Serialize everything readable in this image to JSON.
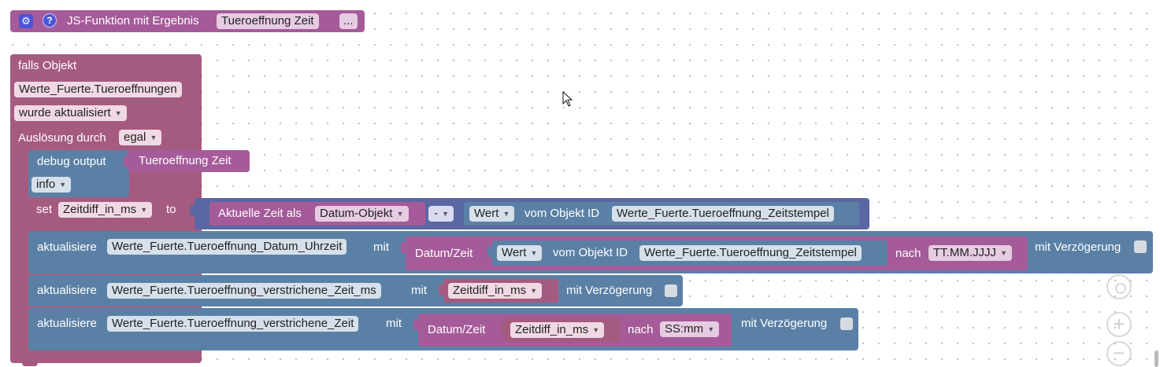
{
  "function_block": {
    "title": "JS-Funktion mit Ergebnis",
    "name": "Tueroeffnung Zeit",
    "more": "...",
    "gear_icon": "gear-icon",
    "help_icon": "question-icon"
  },
  "trigger": {
    "label": "falls Objekt",
    "object_id": "Werte_Fuerte.Tueroeffnungen",
    "condition": "wurde aktualisiert",
    "trigger_label": "Auslösung durch",
    "trigger_value": "egal"
  },
  "debug": {
    "label": "debug output",
    "value": "Tueroeffnung Zeit",
    "level": "info"
  },
  "set_var": {
    "set_label": "set",
    "var_name": "Zeitdiff_in_ms",
    "to_label": "to",
    "current_time_label": "Aktuelle Zeit als",
    "current_time_format": "Datum-Objekt",
    "operator": "-",
    "value_label": "Wert",
    "from_object_label": "vom Objekt ID",
    "object_id": "Werte_Fuerte.Tueroeffnung_Zeitstempel"
  },
  "update1": {
    "label": "aktualisiere",
    "object_id": "Werte_Fuerte.Tueroeffnung_Datum_Uhrzeit",
    "with_label": "mit",
    "datetime_label": "Datum/Zeit",
    "value_label": "Wert",
    "from_object_label": "vom Objekt ID",
    "source_object_id": "Werte_Fuerte.Tueroeffnung_Zeitstempel",
    "to_label": "nach",
    "format": "TT.MM.JJJJ",
    "delay_label": "mit Verzögerung"
  },
  "update2": {
    "label": "aktualisiere",
    "object_id": "Werte_Fuerte.Tueroeffnung_verstrichene_Zeit_ms",
    "with_label": "mit",
    "var_name": "Zeitdiff_in_ms",
    "delay_label": "mit Verzögerung"
  },
  "update3": {
    "label": "aktualisiere",
    "object_id": "Werte_Fuerte.Tueroeffnung_verstrichene_Zeit",
    "with_label": "mit",
    "datetime_label": "Datum/Zeit",
    "var_name": "Zeitdiff_in_ms",
    "to_label": "nach",
    "format": "SS:mm",
    "delay_label": "mit Verzögerung"
  },
  "zoom_controls": {
    "center_icon": "target-icon",
    "zoom_in_icon": "plus-icon",
    "zoom_out_icon": "minus-icon",
    "zoom_in_text": "+",
    "zoom_out_text": "−"
  }
}
